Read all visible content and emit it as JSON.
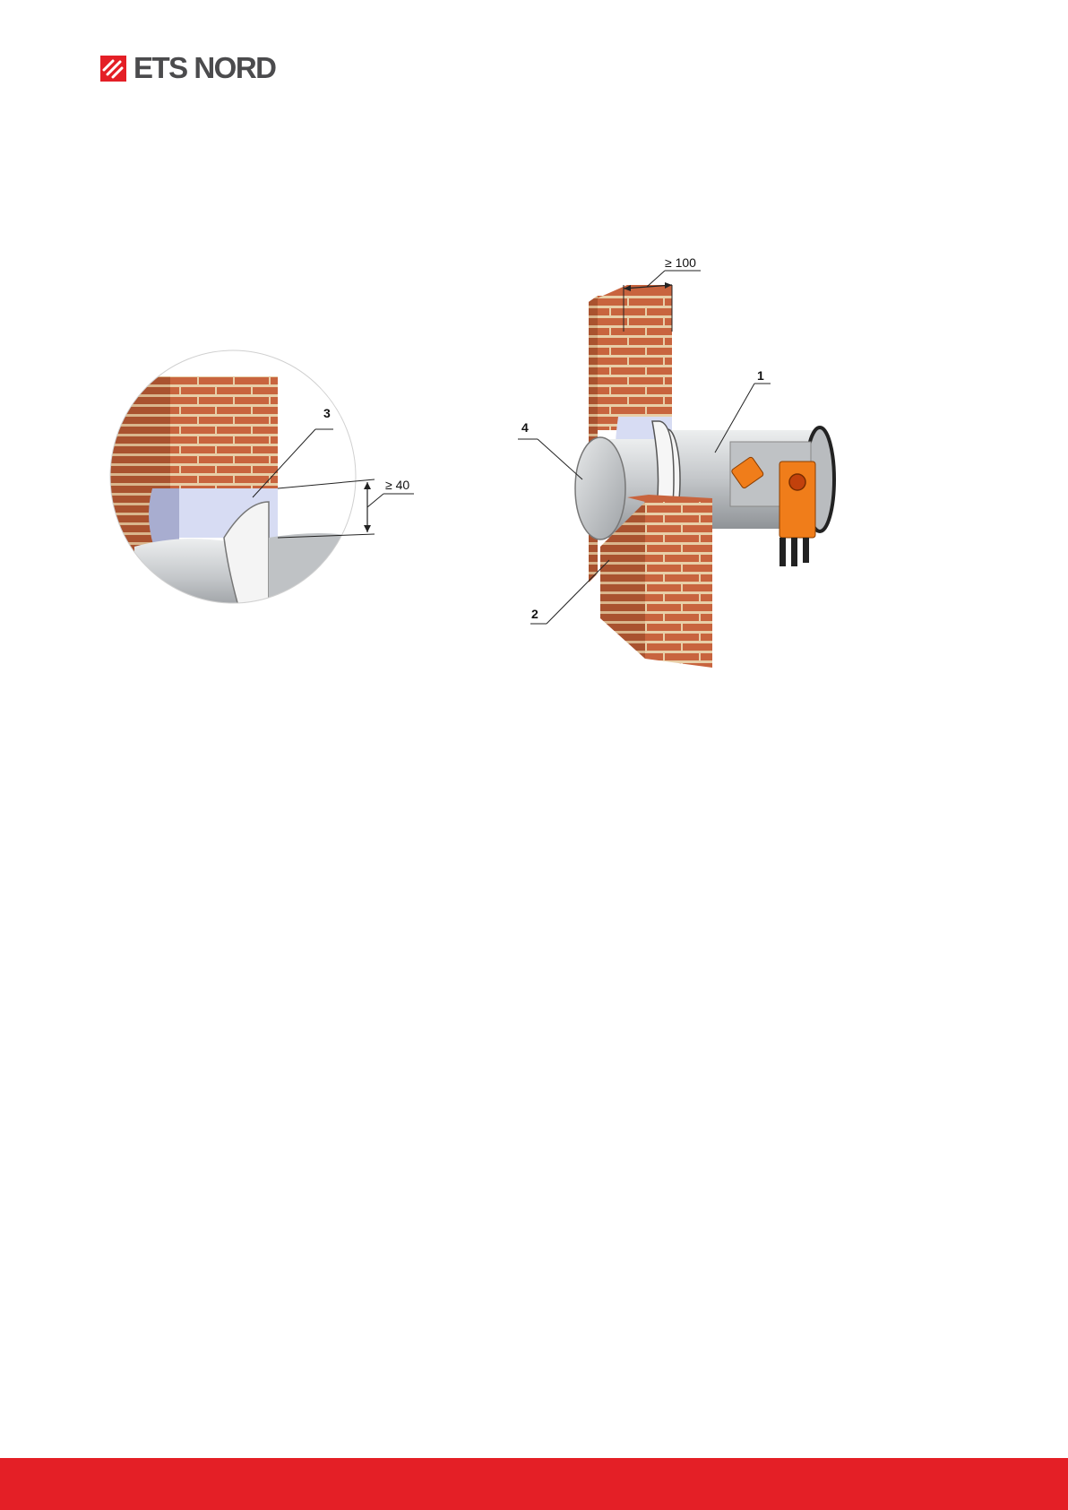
{
  "brand": {
    "logo_text": "ETS NORD",
    "accent": "#e41f26",
    "text_color": "#4b4b4d",
    "icon": "ets-nord-wave-logo"
  },
  "figure": {
    "callouts": [
      "1",
      "2",
      "3",
      "4"
    ],
    "dimensions": {
      "wall_depth": "≥ 100",
      "gap": "≥ 40"
    }
  },
  "colors": {
    "brick": "#c8643e",
    "mortar": "#e8cfa8",
    "steel": "#c9cbcd",
    "insulation": "#d7dcf3",
    "actuator": "#f07d1a",
    "footer": "#e41f26"
  }
}
